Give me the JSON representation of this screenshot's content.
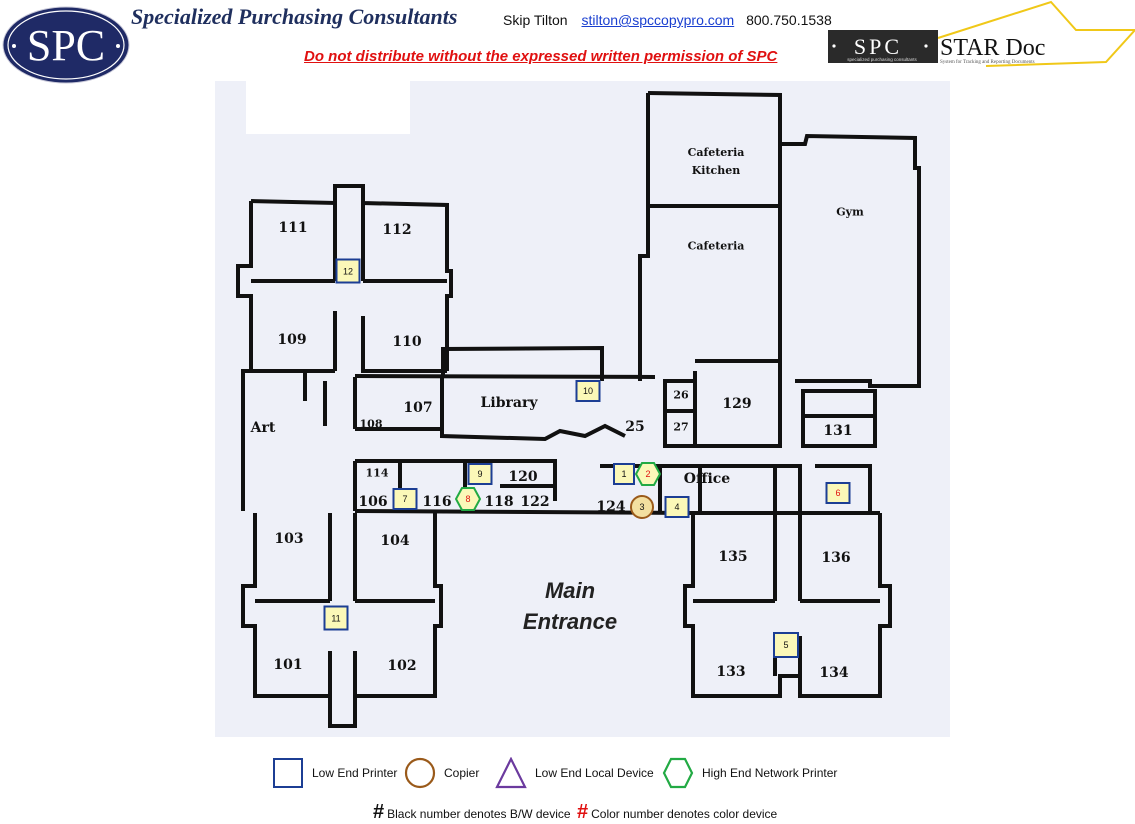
{
  "header": {
    "logo_text": "SPC",
    "company_name": "Specialized Purchasing Consultants",
    "contact_name": "Skip Tilton",
    "contact_email": "stilton@spccopypro.com",
    "contact_phone": "800.750.1538",
    "warning": "Do not distribute without the expressed written permission of SPC",
    "stardoc_logo": {
      "brand": "SPC",
      "brand_sub": "specialized purchasing consultants",
      "product": "STAR Doc",
      "tagline": "System for Tracking and Reporting Documents"
    }
  },
  "map": {
    "rooms": [
      {
        "id": "111",
        "label": "111"
      },
      {
        "id": "112",
        "label": "112"
      },
      {
        "id": "109",
        "label": "109"
      },
      {
        "id": "110",
        "label": "110"
      },
      {
        "id": "art",
        "label": "Art"
      },
      {
        "id": "107",
        "label": "107"
      },
      {
        "id": "108",
        "label": "108"
      },
      {
        "id": "library",
        "label": "Library"
      },
      {
        "id": "125",
        "label": "25"
      },
      {
        "id": "126",
        "label": "26"
      },
      {
        "id": "127",
        "label": "27"
      },
      {
        "id": "129",
        "label": "129"
      },
      {
        "id": "131",
        "label": "131"
      },
      {
        "id": "114",
        "label": "114"
      },
      {
        "id": "106",
        "label": "106"
      },
      {
        "id": "116",
        "label": "116"
      },
      {
        "id": "118",
        "label": "118"
      },
      {
        "id": "120",
        "label": "120"
      },
      {
        "id": "122",
        "label": "122"
      },
      {
        "id": "124",
        "label": "124"
      },
      {
        "id": "office",
        "label": "Office"
      },
      {
        "id": "103",
        "label": "103"
      },
      {
        "id": "104",
        "label": "104"
      },
      {
        "id": "101",
        "label": "101"
      },
      {
        "id": "102",
        "label": "102"
      },
      {
        "id": "135",
        "label": "135"
      },
      {
        "id": "136",
        "label": "136"
      },
      {
        "id": "133",
        "label": "133"
      },
      {
        "id": "134",
        "label": "134"
      },
      {
        "id": "cafeteria-kitchen",
        "label": "Cafeteria Kitchen"
      },
      {
        "id": "cafeteria",
        "label": "Cafeteria"
      },
      {
        "id": "gym",
        "label": "Gym"
      }
    ],
    "entrance_line1": "Main",
    "entrance_line2": "Entrance",
    "devices": [
      {
        "number": "1",
        "type": "low-end-printer",
        "color_device": false
      },
      {
        "number": "2",
        "type": "high-end-network-printer",
        "color_device": true
      },
      {
        "number": "3",
        "type": "copier",
        "color_device": false
      },
      {
        "number": "4",
        "type": "low-end-printer",
        "color_device": false
      },
      {
        "number": "5",
        "type": "low-end-printer",
        "color_device": false
      },
      {
        "number": "6",
        "type": "low-end-printer",
        "color_device": true
      },
      {
        "number": "7",
        "type": "low-end-printer",
        "color_device": false
      },
      {
        "number": "8",
        "type": "high-end-network-printer",
        "color_device": true
      },
      {
        "number": "9",
        "type": "low-end-printer",
        "color_device": false
      },
      {
        "number": "10",
        "type": "low-end-printer",
        "color_device": false
      },
      {
        "number": "11",
        "type": "low-end-printer",
        "color_device": false
      },
      {
        "number": "12",
        "type": "low-end-printer",
        "color_device": false
      }
    ]
  },
  "legend": {
    "items": [
      {
        "label": "Low End Printer",
        "icon": "square-icon"
      },
      {
        "label": "Copier",
        "icon": "circle-icon"
      },
      {
        "label": "Low End Local Device",
        "icon": "triangle-icon"
      },
      {
        "label": "High End Network Printer",
        "icon": "hexagon-icon"
      }
    ],
    "bw_symbol": "#",
    "bw_note": "Black number denotes B/W device",
    "color_symbol": "#",
    "color_note": "Color number denotes color device"
  },
  "colors": {
    "low_end_printer": "#1c3e94",
    "copier": "#9a5a1a",
    "low_end_local_device": "#6b3a9e",
    "high_end_network_printer": "#22aa44",
    "color_number": "#e01010",
    "bw_number": "#111111",
    "brand_navy": "#1f2a66",
    "warning_red": "#e01010"
  }
}
